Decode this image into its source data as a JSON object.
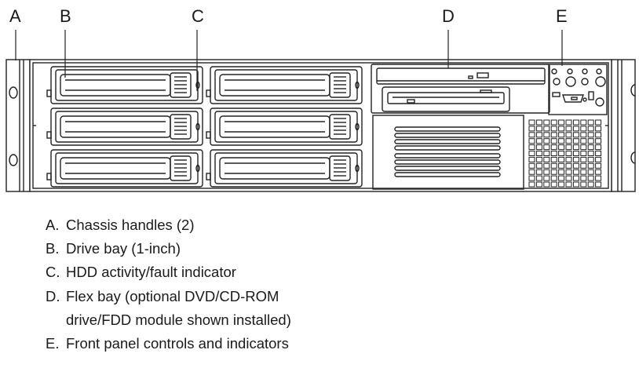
{
  "callouts": [
    "A",
    "B",
    "C",
    "D",
    "E"
  ],
  "legend": [
    {
      "letter": "A.",
      "text": "Chassis handles (2)"
    },
    {
      "letter": "B.",
      "text": "Drive bay (1-inch)"
    },
    {
      "letter": "C.",
      "text": "HDD activity/fault indicator"
    },
    {
      "letter": "D.",
      "text": "Flex bay (optional DVD/CD-ROM"
    },
    {
      "letter": "",
      "text": "drive/FDD module shown installed)"
    },
    {
      "letter": "E.",
      "text": "Front panel controls and indicators"
    }
  ]
}
